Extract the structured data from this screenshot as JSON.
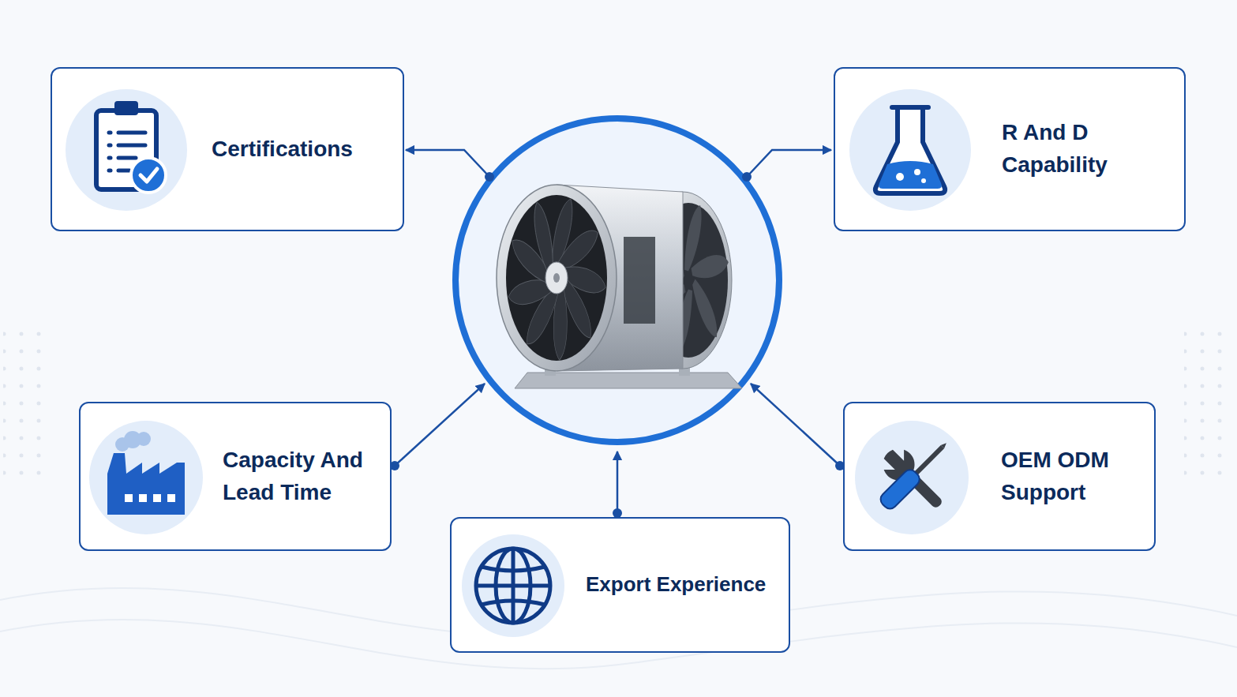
{
  "diagram": {
    "nodes": [
      {
        "text": [
          "Certifications"
        ]
      },
      {
        "text": [
          "R And D Capability"
        ]
      },
      {
        "text": [
          "Capacity And Lead Time"
        ]
      },
      {
        "text": [
          "OEM ODM Support"
        ]
      },
      {
        "text": [
          "Export Experience"
        ]
      }
    ]
  }
}
